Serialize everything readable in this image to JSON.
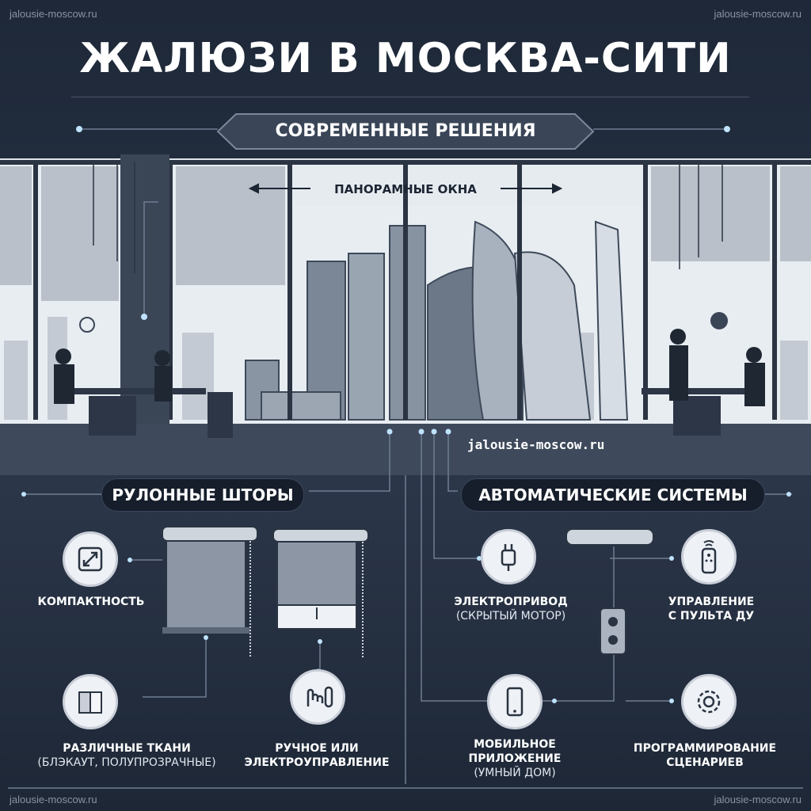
{
  "watermarks": {
    "top_left": "jalousie-moscow.ru",
    "top_right": "jalousie-moscow.ru",
    "bottom_left": "jalousie-moscow.ru",
    "bottom_right": "jalousie-moscow.ru",
    "center": "jalousie-moscow.ru"
  },
  "header": {
    "title": "ЖАЛЮЗИ В МОСКВА-СИТИ",
    "subtitle": "СОВРЕМЕННЫЕ РЕШЕНИЯ"
  },
  "scene": {
    "window_label": "ПАНОРАМНЫЕ ОКНА"
  },
  "left_section": {
    "title": "РУЛОННЫЕ ШТОРЫ",
    "features": [
      {
        "title": "КОМПАКТНОСТЬ",
        "subtitle": "",
        "icon": "resize-icon"
      },
      {
        "title": "РАЗЛИЧНЫЕ ТКАНИ",
        "subtitle": "(БЛЭКАУТ, ПОЛУПРОЗРАЧНЫЕ)",
        "icon": "fabric-icon"
      },
      {
        "title": "РУЧНОЕ ИЛИ",
        "subtitle": "ЭЛЕКТРОУПРАВЛЕНИЕ",
        "icon": "hand-toggle-icon"
      }
    ]
  },
  "right_section": {
    "title": "АВТОМАТИЧЕСКИЕ СИСТЕМЫ",
    "features": [
      {
        "title": "ЭЛЕКТРОПРИВОД",
        "subtitle": "(СКРЫТЫЙ МОТОР)",
        "icon": "plug-icon"
      },
      {
        "title": "УПРАВЛЕНИЕ",
        "subtitle": "С ПУЛЬТА ДУ",
        "icon": "remote-icon"
      },
      {
        "title": "МОБИЛЬНОЕ",
        "subtitle": "ПРИЛОЖЕНИЕ",
        "extra": "(УМНЫЙ ДОМ)",
        "icon": "phone-icon"
      },
      {
        "title": "ПРОГРАММИРОВАНИЕ",
        "subtitle": "СЦЕНАРИЕВ",
        "icon": "gear-icon"
      }
    ]
  },
  "colors": {
    "background": "#1f2a3a",
    "accent_glow": "#a9d6ff",
    "pill": "#161e2b",
    "icon_circle": "#eef1f5"
  }
}
